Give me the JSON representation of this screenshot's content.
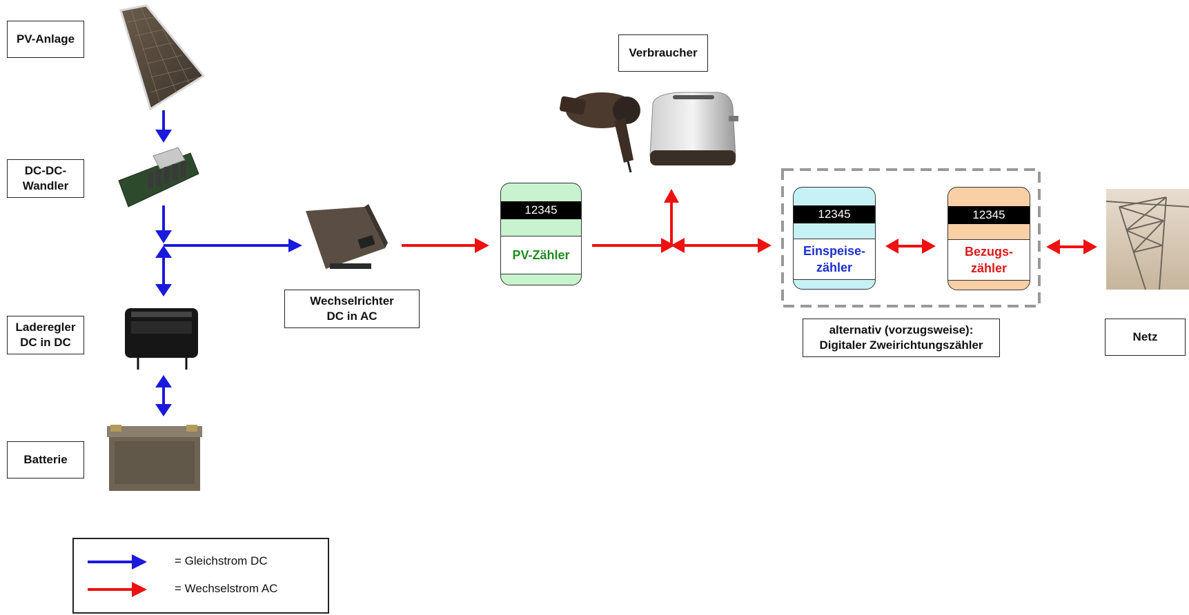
{
  "labels": {
    "pv_anlage": "PV-Anlage",
    "dc_dc_wandler": "DC-DC-\nWandler",
    "laderegler": "Laderegler\nDC in DC",
    "batterie": "Batterie",
    "wechselrichter": "Wechselrichter\nDC in AC",
    "verbraucher": "Verbraucher",
    "alternativ": "alternativ (vorzugsweise):\nDigitaler Zweirichtungszähler",
    "netz": "Netz"
  },
  "meters": {
    "pv": {
      "reading": "12345",
      "name": "PV-Zähler",
      "fill": "#c9f2cf",
      "text_color": "#1f8a1f"
    },
    "einspeise": {
      "reading": "12345",
      "name": "Einspeise-\nzähler",
      "fill": "#c6f1f5",
      "text_color": "#1c2fd0"
    },
    "bezug": {
      "reading": "12345",
      "name": "Bezugs-\nzähler",
      "fill": "#f9cfa6",
      "text_color": "#e01818"
    }
  },
  "legend": {
    "dc": "=  Gleichstrom DC",
    "ac": "=  Wechselstrom AC"
  },
  "colors": {
    "dc_arrow": "#1a1adc",
    "ac_arrow": "#ee1111",
    "dashed_box": "#999999"
  },
  "images": [
    "solar-panel-image",
    "dc-dc-converter-image",
    "charge-controller-image",
    "battery-image",
    "inverter-image",
    "hair-dryer-image",
    "toaster-image",
    "power-pylon-image"
  ]
}
